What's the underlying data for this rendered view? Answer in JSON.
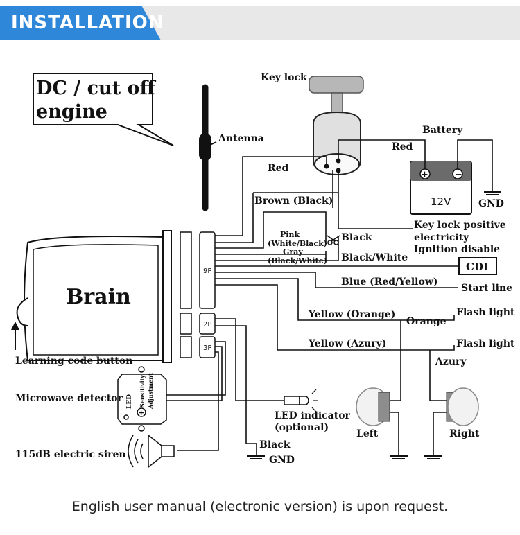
{
  "header": {
    "title": "INSTALLATION"
  },
  "diagram": {
    "callout": [
      "DC / cut off",
      "engine"
    ],
    "brain_label": "Brain",
    "antenna_label": "Antenna",
    "key_lock_label": "Key lock",
    "battery_label": "Battery",
    "battery_voltage": "12V",
    "red_top": "Red",
    "red_left": "Red",
    "gnd_battery": "GND",
    "brown_black": "Brown (Black)",
    "pink_label": "Pink",
    "white_black_label": "(White/Black)",
    "gray_label": "Gray",
    "black_white_small": "(Black/White)",
    "black_label": "Black",
    "black_white_label": "Black/White",
    "key_lock_positive_1": "Key lock positive",
    "key_lock_positive_2": "electricity",
    "ignition_disable": "Ignition disable",
    "cdi_label": "CDI",
    "blue_label": "Blue (Red/Yellow)",
    "start_line": "Start line",
    "connector_9p": "9P",
    "connector_2p": "2P",
    "connector_3p": "3P",
    "yellow_orange": "Yellow (Orange)",
    "flash_light_1": "Flash light",
    "orange_label": "Orange",
    "yellow_azury": "Yellow (Azury)",
    "flash_light_2": "Flash light",
    "azury_label": "Azury",
    "left_label": "Left",
    "right_label": "Right",
    "learning_code_button": "Learning code button",
    "microwave_detector": "Microwave detector",
    "led_small": "LED",
    "sensitivity_small": "Sensitivity",
    "adjustment_small": "Adjustment",
    "led_indicator_1": "LED indicator",
    "led_indicator_2": "(optional)",
    "siren_label": "115dB electric siren",
    "black_gnd_black": "Black",
    "gnd_bottom": "GND"
  },
  "footer": {
    "note": "English user manual (electronic version) is upon request."
  }
}
